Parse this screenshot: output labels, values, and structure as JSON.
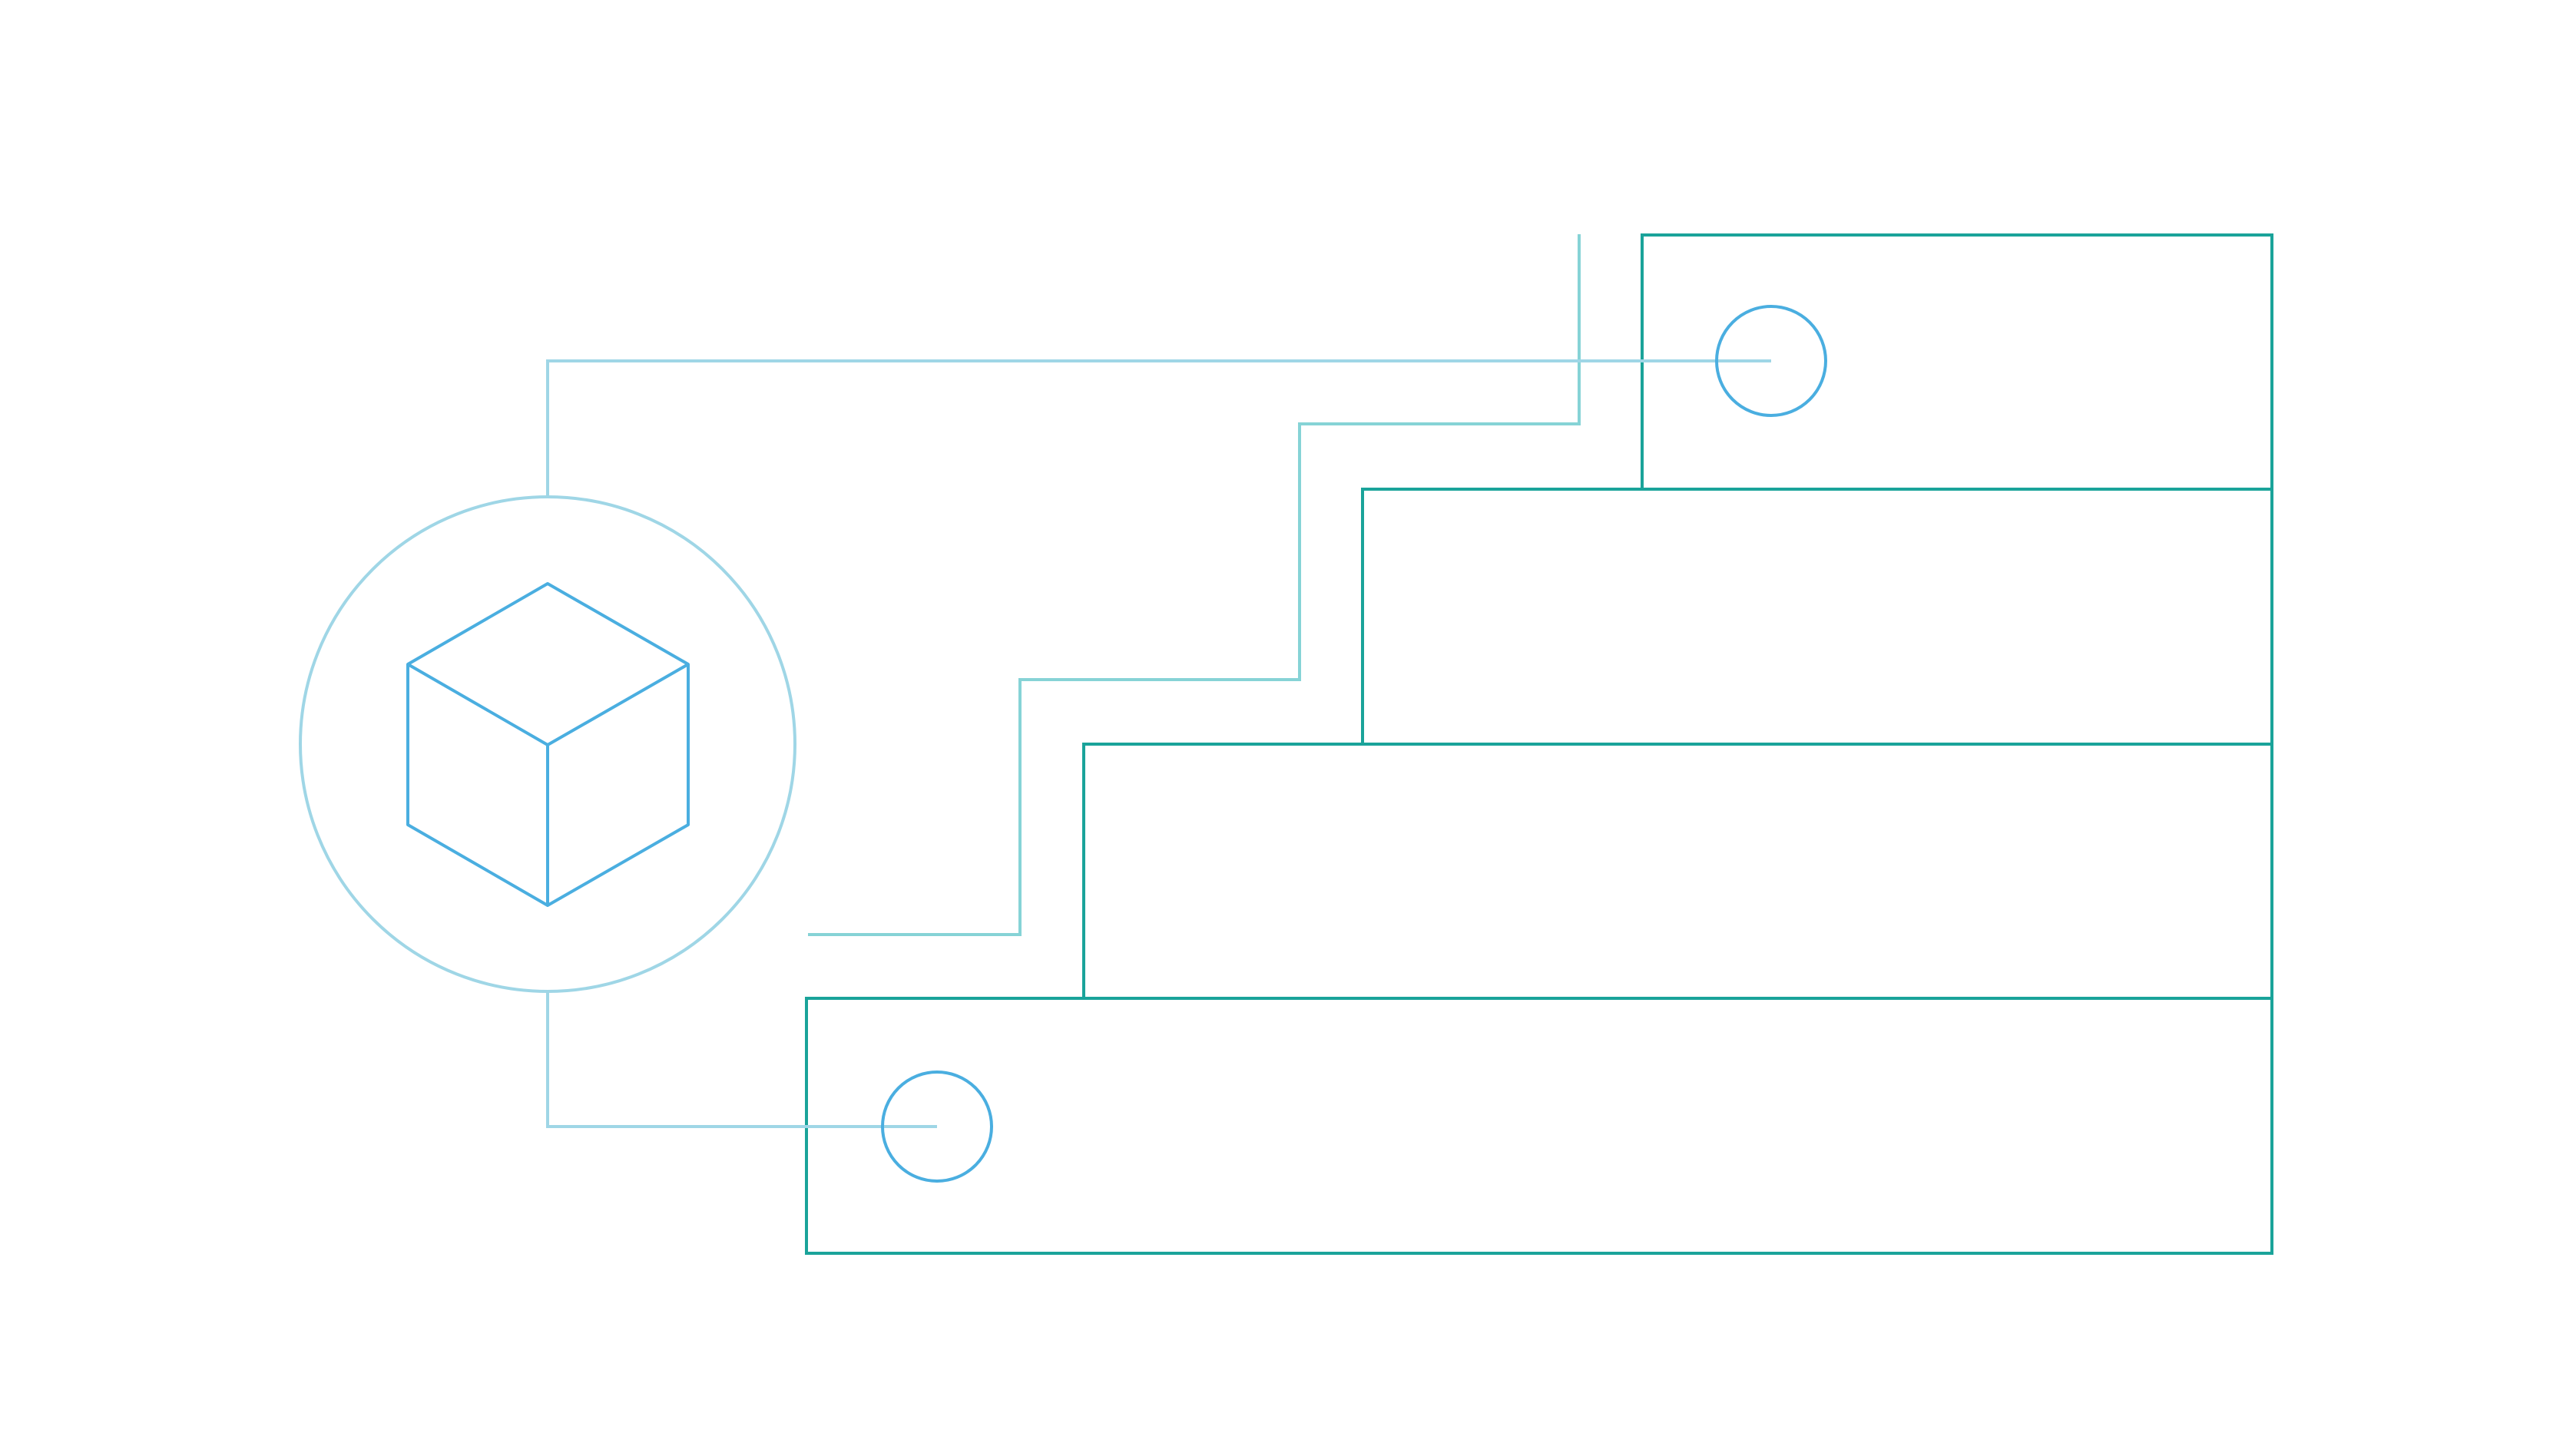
{
  "colors": {
    "background": "#ffffff",
    "step_stroke": "#1aa39a",
    "connector_stroke": "#9fd6e6",
    "stair_connector_stroke": "#86d3d6",
    "icon_stroke": "#4aaee0"
  },
  "icons": {
    "hub": "cube-icon",
    "markers": [
      "circle-marker",
      "circle-marker"
    ]
  },
  "steps": [
    {
      "id": "step-1",
      "label": ""
    },
    {
      "id": "step-2",
      "label": ""
    },
    {
      "id": "step-3",
      "label": ""
    },
    {
      "id": "step-4",
      "label": ""
    }
  ]
}
